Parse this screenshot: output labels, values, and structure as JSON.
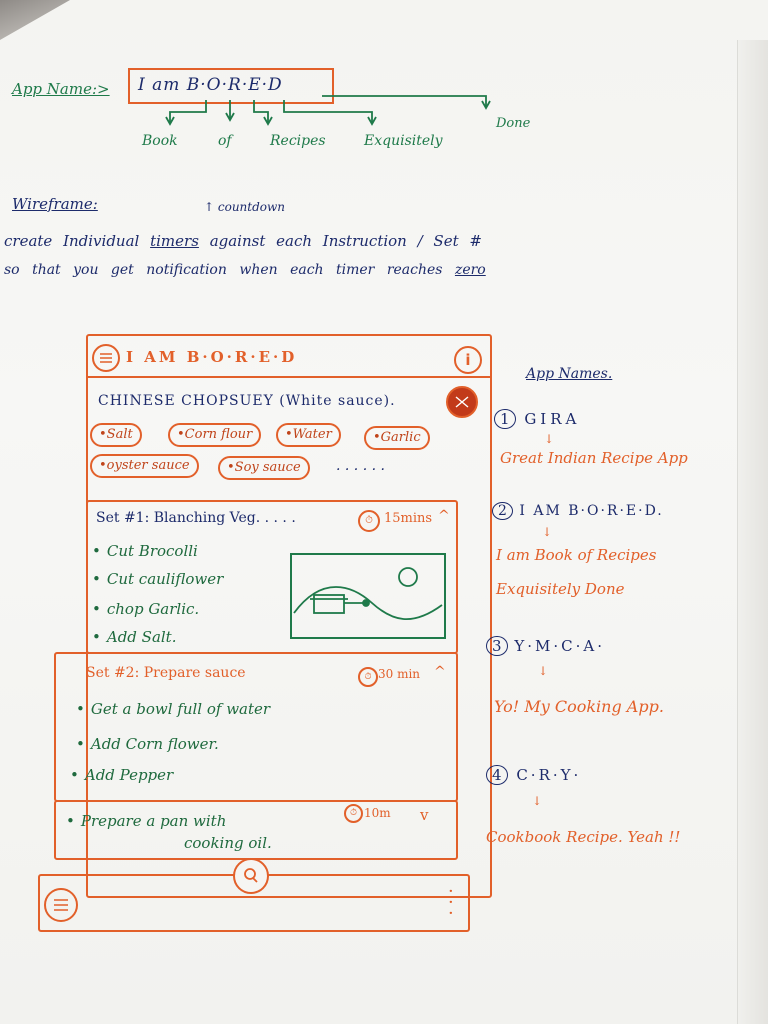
{
  "header": {
    "label": "App Name:>",
    "app_name": "I am B·O·R·E·D",
    "acronym": {
      "b": "Book",
      "o": "of",
      "r": "Recipes",
      "e": "Exquisitely",
      "d": "Done"
    }
  },
  "wireframe": {
    "title": "Wireframe:",
    "caret_note": "countdown",
    "line1_a": "create Individual",
    "line1_timers": "timers",
    "line1_b": "against each Instruction / Set #",
    "line2_a": "so that you get notification when each timer reaches",
    "line2_zero": "zero"
  },
  "phone": {
    "title": "I AM B·O·R·E·D",
    "recipe_title": "CHINESE CHOPSUEY (White sauce).",
    "ingredients": [
      "•Salt",
      "•Corn flour",
      "•Water",
      "•Garlic",
      "•oyster sauce",
      "•Soy sauce"
    ],
    "ingredients_more": ". . . . . .",
    "set1": {
      "title": "Set #1: Blanching Veg. . . . .",
      "timer": "15mins",
      "steps": [
        "Cut Brocolli",
        "Cut cauliflower",
        "chop Garlic.",
        "Add Salt."
      ]
    },
    "set2": {
      "title": "Set #2: Prepare sauce",
      "timer": "30 min",
      "steps": [
        "Get a bowl full of water",
        "Add Corn flower.",
        "Add Pepper"
      ]
    },
    "set3": {
      "step_line1": "Prepare a pan with",
      "step_line2": "cooking oil.",
      "timer": "10m"
    }
  },
  "app_names": {
    "title": "App Names.",
    "items": [
      {
        "num": "1",
        "acronym": "GIRA",
        "expansion": [
          "Great Indian Recipe App"
        ]
      },
      {
        "num": "2",
        "acronym": "I AM B·O·R·E·D.",
        "expansion": [
          "I am Book of Recipes",
          "Exquisitely Done"
        ]
      },
      {
        "num": "3",
        "acronym": "Y·M·C·A·",
        "expansion": [
          "Yo! My Cooking App."
        ]
      },
      {
        "num": "4",
        "acronym": "C·R·Y·",
        "expansion": [
          "Cookbook Recipe. Yeah !!"
        ]
      }
    ]
  },
  "colors": {
    "green": "#1f7a4a",
    "navy": "#1d2b6b",
    "orange": "#e2602a"
  },
  "icons": [
    "hamburger-menu-icon",
    "info-icon",
    "search-icon",
    "timer-icon",
    "chevron-up-icon",
    "chevron-down-icon",
    "more-vert-icon",
    "recipe-image-placeholder"
  ]
}
